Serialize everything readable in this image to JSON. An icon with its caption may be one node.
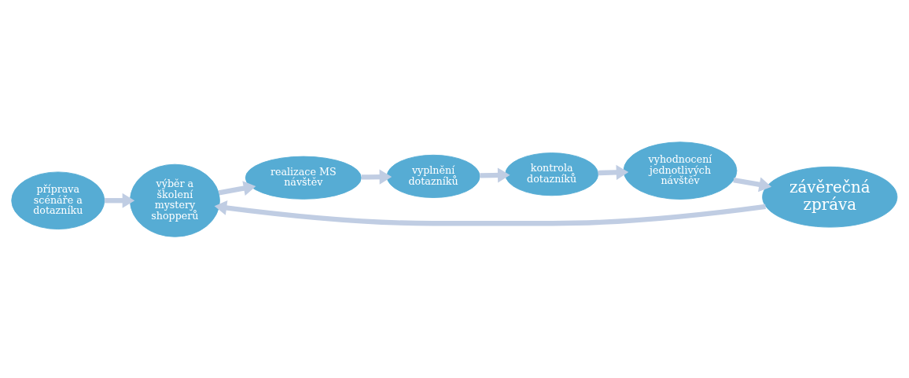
{
  "diagram": {
    "nodes": [
      {
        "text": [
          "příprava scénáře a dotazníku"
        ]
      },
      {
        "text": [
          "výběr a školení mystery shopperů"
        ]
      },
      {
        "text": [
          "realizace MS návštěv"
        ]
      },
      {
        "text": [
          "vyplnění dotazníků"
        ]
      },
      {
        "text": [
          "kontrola dotazníků"
        ]
      },
      {
        "text": [
          "vyhodnocení jednotlivých návštěv"
        ]
      },
      {
        "text": [
          "závěrečná zpráva"
        ]
      }
    ],
    "edges": [
      {
        "from": 0,
        "to": 1,
        "arrow": "to"
      },
      {
        "from": 1,
        "to": 2,
        "arrow": "to"
      },
      {
        "from": 2,
        "to": 3,
        "arrow": "to"
      },
      {
        "from": 3,
        "to": 4,
        "arrow": "to"
      },
      {
        "from": 4,
        "to": 5,
        "arrow": "to"
      },
      {
        "from": 5,
        "to": 6,
        "arrow": "to"
      },
      {
        "from": 6,
        "to": 1,
        "arrow": "to"
      }
    ]
  }
}
